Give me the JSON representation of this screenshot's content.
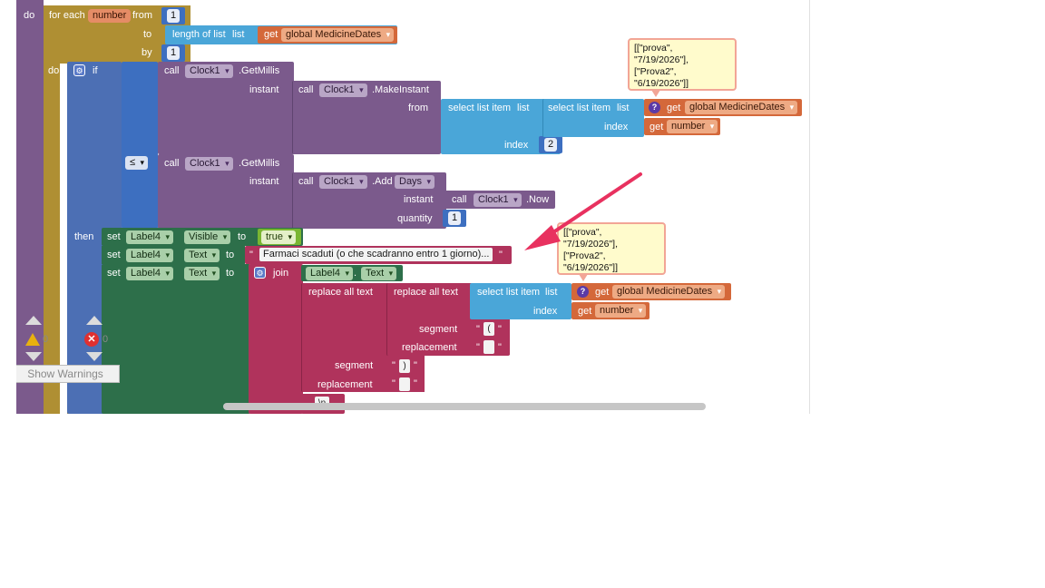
{
  "colors": {
    "loop": "#af8f33",
    "control": "#4c6fb4",
    "clock": "#7b5a8c",
    "list": "#4aa6d8",
    "variable": "#d4683a",
    "math": "#3d6fc0",
    "component": "#2d6f4a",
    "text": "#b0335c",
    "logic": "#7ab632"
  },
  "blocks": {
    "do_outer": "do",
    "foreach": {
      "label": "for each",
      "var": "number",
      "from": "from",
      "to": "to",
      "by": "by",
      "from_val": "1",
      "by_val": "1"
    },
    "length": {
      "label": "length of list",
      "list": "list"
    },
    "get_global": {
      "get": "get",
      "var": "global MedicineDates"
    },
    "do_inner": "do",
    "if_label": "if",
    "call": "call",
    "clock": "Clock1",
    "getmillis": ".GetMillis",
    "makeinstant": ".MakeInstant",
    "adddays": ".Add",
    "days": "Days",
    "now": ".Now",
    "instant": "instant",
    "from": "from",
    "select": {
      "label": "select list item",
      "list": "list",
      "index": "index"
    },
    "index_val": "2",
    "quantity": "quantity",
    "quantity_val": "1",
    "compare": "≤",
    "get_number": {
      "get": "get",
      "var": "number"
    },
    "then": "then",
    "set": "set",
    "to": "to",
    "label4": "Label4",
    "visible": "Visible",
    "textprop": "Text",
    "true_val": "true",
    "warning_text": "Farmaci scaduti (o che scadranno entro 1 giorno)...",
    "join": "join",
    "replace": "replace all text",
    "segment": "segment",
    "replacement": "replacement",
    "seg1": "(",
    "seg2": ")",
    "rep1": " ",
    "rep2": " ",
    "newline": "\\n"
  },
  "comments": [
    {
      "text": "[[\"prova\",\n\"7/19/2026\"],\n[\"Prova2\",\n\"6/19/2026\"]]"
    },
    {
      "text": "[[\"prova\",\n\"7/19/2026\"],\n[\"Prova2\",\n\"6/19/2026\"]]"
    }
  ],
  "warnings": {
    "warn_count": "0",
    "error_count": "0",
    "button": "Show Warnings"
  }
}
